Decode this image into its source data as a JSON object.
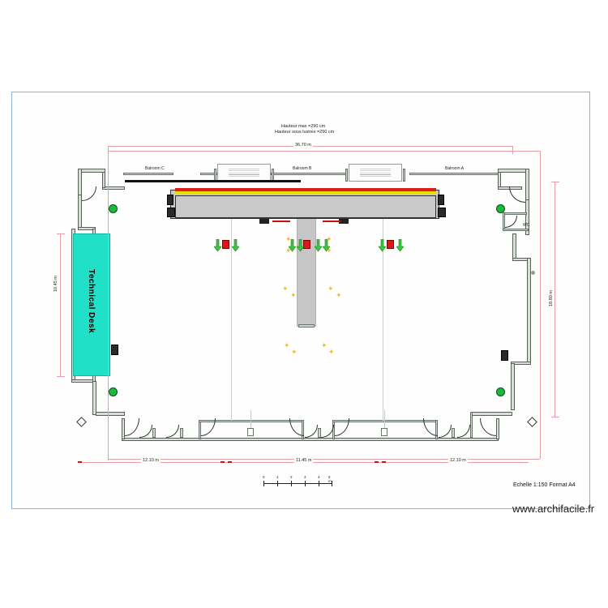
{
  "document": {
    "watermark": "www.archifacile.fr",
    "scale_note": "Echelle 1:150 Format A4"
  },
  "annotations": {
    "height_max": "Hauteur max =290 cm",
    "height_under_chandelier": "Hauteur sous lustres =250 cm"
  },
  "rooms": [
    {
      "name": "ballroom-c",
      "label": "Balroom C"
    },
    {
      "name": "ballroom-b",
      "label": "Balroom B"
    },
    {
      "name": "ballroom-a",
      "label": "Balroom A"
    },
    {
      "name": "wc",
      "label": "WC"
    }
  ],
  "technical_desk": {
    "label": "Technical Desk",
    "color": "#20e0c8"
  },
  "dimensions": {
    "top_overall": "36.70 m",
    "left_vertical": "10.45 m",
    "right_vertical": "18.80 m",
    "bottom_left": "12.10 m",
    "bottom_center": "11.45 m",
    "bottom_right": "12.10 m"
  },
  "scale_bar": {
    "ticks": [
      "0",
      "1",
      "2",
      "3",
      "4",
      "5 m"
    ]
  },
  "colors": {
    "stage_fill": "#c9c9c9",
    "stage_stripe_red": "#d81e1e",
    "stage_stripe_yellow": "#e8e000",
    "technical_desk": "#20e0c8",
    "exit_marker": "#19b93c",
    "fire_extinguisher": "#e01616",
    "dimension_line": "#e8a0a8",
    "page_border": "#8fb4d9"
  }
}
